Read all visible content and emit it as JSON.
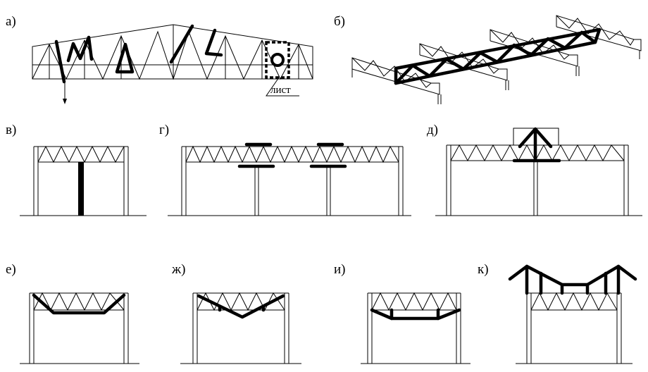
{
  "labels": {
    "a": "а)",
    "b": "б)",
    "v": "в)",
    "g": "г)",
    "d": "д)",
    "e": "е)",
    "zh": "ж)",
    "i": "и)",
    "k": "к)"
  },
  "annotations": {
    "sheet": "лист"
  }
}
